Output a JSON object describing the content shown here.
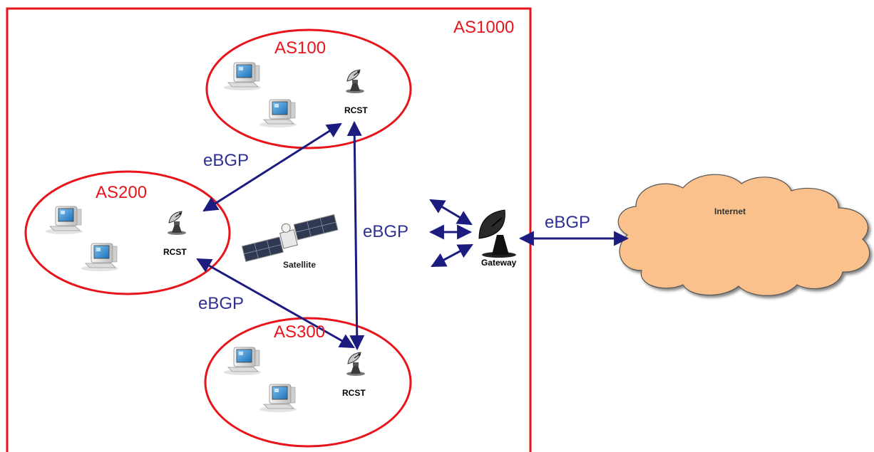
{
  "as_labels": {
    "outer": "AS1000",
    "top": "AS100",
    "left": "AS200",
    "bottom": "AS300"
  },
  "bgp_labels": {
    "top_left": "eBGP",
    "center": "eBGP",
    "bottom_left": "eBGP",
    "gateway_internet": "eBGP"
  },
  "node_labels": {
    "rcst_top": "RCST",
    "rcst_left": "RCST",
    "rcst_bottom": "RCST",
    "satellite": "Satellite",
    "gateway": "Gateway",
    "internet": "Internet"
  },
  "colors": {
    "as_border": "#e8141b",
    "link": "#1c1c80",
    "bgp_text": "#2e3192",
    "cloud_fill": "#fbc18d",
    "cloud_stroke": "#555555"
  }
}
